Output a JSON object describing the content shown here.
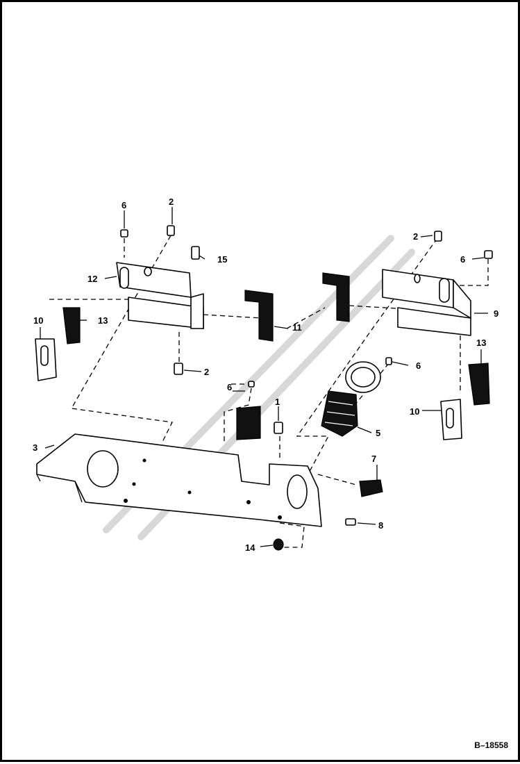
{
  "figure_id": "B–18558",
  "callouts": {
    "c1": "1",
    "c2a": "2",
    "c2b": "2",
    "c2c": "2",
    "c3": "3",
    "c5": "5",
    "c6a": "6",
    "c6b": "6",
    "c6c": "6",
    "c6d": "6",
    "c7": "7",
    "c8": "8",
    "c9": "9",
    "c10a": "10",
    "c10b": "10",
    "c11": "11",
    "c12": "12",
    "c13a": "13",
    "c13b": "13",
    "c14": "14",
    "c15": "15"
  },
  "parts": [
    "bolt-icon",
    "bracket-left-icon",
    "bracket-right-icon",
    "plate-icon",
    "boot-icon",
    "gasket-icon",
    "bushing-icon",
    "wear-pad-icon",
    "nut-icon"
  ]
}
